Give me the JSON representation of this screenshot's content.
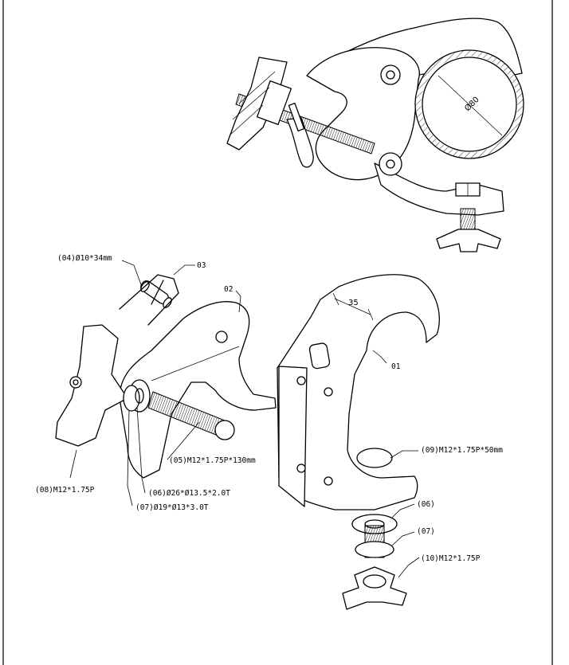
{
  "labels": {
    "dia": "Ø80",
    "dim35": "35",
    "p01": "01",
    "p02": "02",
    "p03": "03",
    "p04": "(04)Ø10*34mm",
    "p05": "(05)M12*1.75P*130mm",
    "p06a": "(06)Ø26*Ø13.5*2.0T",
    "p07a": "(07)Ø19*Ø13*3.0T",
    "p08": "(08)M12*1.75P",
    "p09": "(09)M12*1.75P*50mm",
    "p06b": "(06)",
    "p07b": "(07)",
    "p10": "(10)M12*1.75P"
  }
}
